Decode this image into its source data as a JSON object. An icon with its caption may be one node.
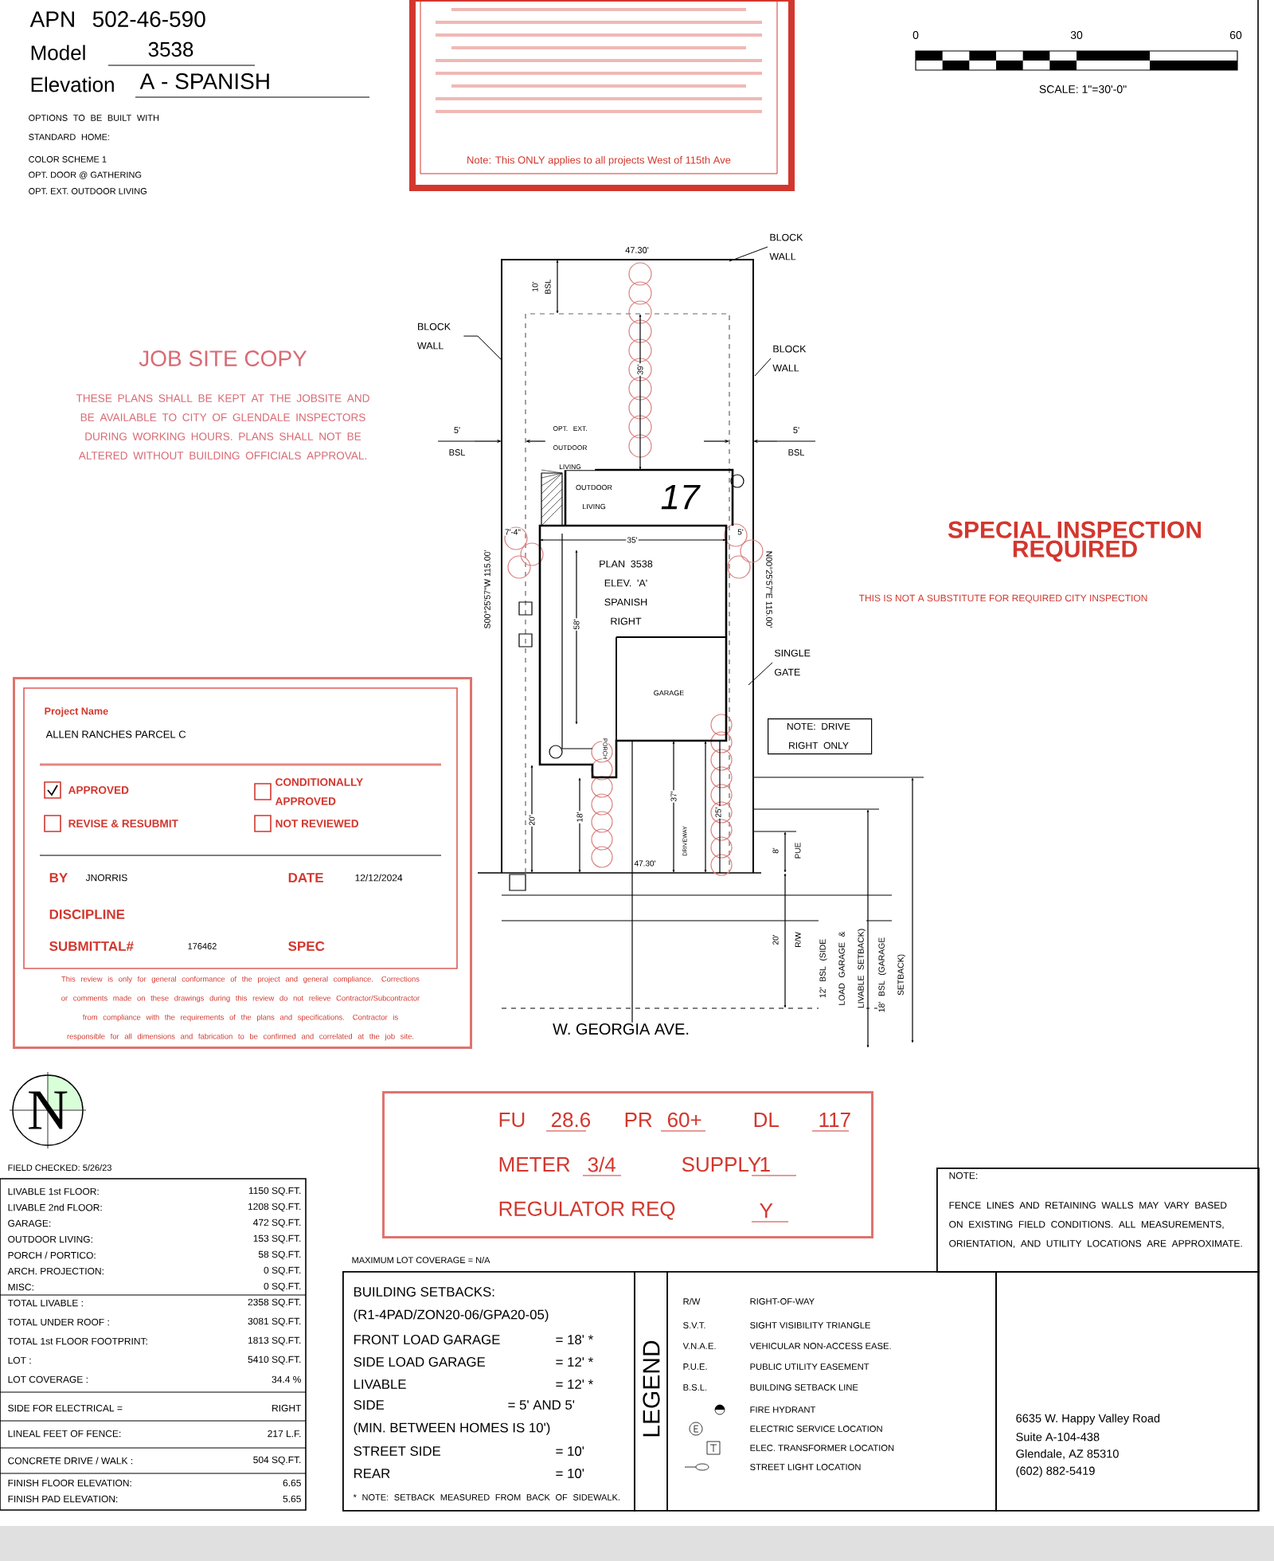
{
  "diagram": {
    "nodes": [
      {
        "text": [
          "Note: This ONLY applies to all projects West of 115th Ave"
        ]
      },
      {
        "text": [
          "Project Name",
          "ALLEN RANCHES PARCEL C",
          "APPROVED",
          "CONDITIONALLY APPROVED",
          "REVISE & RESUBMIT",
          "NOT REVIEWED",
          "BY",
          "JNORRIS",
          "DATE",
          "12/12/2024",
          "DISCIPLINE",
          "SUBMITTAL#",
          "176462",
          "SPEC",
          "This review is only for general conformance of the project and general compliance. Corrections or comments made on these drawings during this review do not relieve Contractor/Subcontractor from compliance with the requirements of the plans and specifications. Contractor is responsible for all dimensions and fabrication to be confirmed and correlated at the job site."
        ]
      },
      {
        "text": [
          "FU",
          "28.6",
          "PR",
          "60+",
          "DL",
          "117",
          "METER",
          "3/4",
          "SUPPLY",
          "1",
          "REGULATOR REQ",
          "Y"
        ]
      },
      {
        "text": [
          "BUILDING SETBACKS:",
          "(R1-4PAD/ZON20-06/GPA20-05)",
          "FRONT LOAD GARAGE",
          "= 18' *",
          "SIDE LOAD GARAGE",
          "= 12' *",
          "LIVABLE",
          "= 12' *",
          "SIDE",
          "= 5' AND 5'",
          "(MIN. BETWEEN HOMES IS 10')",
          "STREET SIDE",
          "= 10'",
          "REAR",
          "= 10'",
          "* NOTE: SETBACK MEASURED FROM BACK OF SIDEWALK."
        ]
      },
      {
        "text": [
          "LEGEND",
          "R/W",
          "RIGHT-OF-WAY",
          "S.V.T.",
          "SIGHT VISIBILITY TRIANGLE",
          "V.N.A.E.",
          "VEHICULAR NON-ACCESS EASE.",
          "P.U.E.",
          "PUBLIC UTILITY EASEMENT",
          "B.S.L.",
          "BUILDING SETBACK LINE"
        ]
      },
      {
        "text": [
          "NOTE:",
          "FENCE LINES AND RETAINING WALLS MAY VARY BASED ON EXISTING FIELD CONDITIONS. ALL MEASUREMENTS, ORIENTATION, AND UTILITY LOCATIONS ARE APPROXIMATE."
        ]
      },
      {
        "text": [
          "NOTE: DRIVE RIGHT ONLY"
        ]
      },
      {
        "text": [
          "BLOCK WALL"
        ]
      },
      {
        "text": [
          "BLOCK WALL"
        ]
      },
      {
        "text": [
          "BLOCK WALL"
        ]
      },
      {
        "text": [
          "SINGLE GATE"
        ]
      },
      {
        "text": [
          "6635 W. Happy Valley Road",
          "Suite A-104-438",
          "Glendale, AZ 85310",
          "(602) 882-5419"
        ]
      }
    ],
    "edges": [
      {
        "from": 7,
        "to": null,
        "arrow": "none"
      },
      {
        "from": 8,
        "to": null,
        "arrow": "none"
      },
      {
        "from": 9,
        "to": null,
        "arrow": "none"
      },
      {
        "from": 10,
        "to": null,
        "arrow": "none"
      }
    ],
    "labels": [
      "APN",
      "502-46-590",
      "Model",
      "3538",
      "Elevation",
      "A - SPANISH",
      "OPTIONS TO BE BUILT WITH STANDARD HOME:",
      "COLOR SCHEME 1",
      "OPT. DOOR @ GATHERING",
      "OPT. EXT. OUTDOOR LIVING",
      "0",
      "30",
      "60",
      "SCALE: 1\"=30'-0\"",
      "JOB SITE COPY",
      "THESE PLANS SHALL BE KEPT AT THE JOBSITE AND BE AVAILABLE TO CITY OF GLENDALE INSPECTORS DURING WORKING HOURS. PLANS SHALL NOT BE ALTERED WITHOUT BUILDING OFFICIALS APPROVAL.",
      "47.30'",
      "10'",
      "BSL",
      "39'",
      "5'",
      "BSL",
      "5'",
      "BSL",
      "OPT. EXT. OUTDOOR LIVING",
      "OUTDOOR LIVING",
      "17",
      "7'-4\"",
      "35'",
      "5'",
      "PLAN 3538 ELEV. 'A' SPANISH RIGHT",
      "58'",
      "S00°25'57\"W 115.00'",
      "N00°25'57\"E 115.00'",
      "GARAGE",
      "PORCH",
      "20'",
      "18'",
      "37'",
      "DRIVEWAY",
      "25'",
      "47.30'",
      "8'",
      "PUE",
      "20'",
      "R/W",
      "12' BSL (SIDE LOAD GARAGE & LIVABLE SETBACK)",
      "18' BSL (GARAGE SETBACK)",
      "W. GEORGIA AVE.",
      "SPECIAL INSPECTION REQUIRED",
      "THIS IS NOT A SUBSTITUTE FOR REQUIRED CITY INSPECTION",
      "N",
      "FIELD CHECKED: 5/26/23",
      "LIVABLE 1st FLOOR:",
      "1150 SQ.FT.",
      "LIVABLE 2nd FLOOR:",
      "1208 SQ.FT.",
      "GARAGE:",
      "472 SQ.FT.",
      "OUTDOOR LIVING:",
      "153 SQ.FT.",
      "PORCH / PORTICO:",
      "58 SQ.FT.",
      "ARCH. PROJECTION:",
      "0 SQ.FT.",
      "MISC:",
      "0 SQ.FT.",
      "TOTAL LIVABLE :",
      "2358 SQ.FT.",
      "TOTAL UNDER ROOF :",
      "3081 SQ.FT.",
      "TOTAL 1st FLOOR FOOTPRINT:",
      "1813 SQ.FT.",
      "LOT :",
      "5410 SQ.FT.",
      "LOT COVERAGE :",
      "34.4 %",
      "SIDE FOR ELECTRICAL =",
      "RIGHT",
      "LINEAL FEET OF FENCE:",
      "217 L.F.",
      "CONCRETE DRIVE / WALK :",
      "504 SQ.FT.",
      "FINISH FLOOR ELEVATION:",
      "6.65",
      "FINISH PAD ELEVATION:",
      "5.65",
      "MAXIMUM LOT COVERAGE = N/A"
    ],
    "legend": [
      {
        "text": "FIRE HYDRANT"
      },
      {
        "text": "ELECTRIC SERVICE LOCATION"
      },
      {
        "text": "ELEC. TRANSFORMER LOCATION"
      },
      {
        "text": "STREET LIGHT LOCATION"
      }
    ]
  }
}
